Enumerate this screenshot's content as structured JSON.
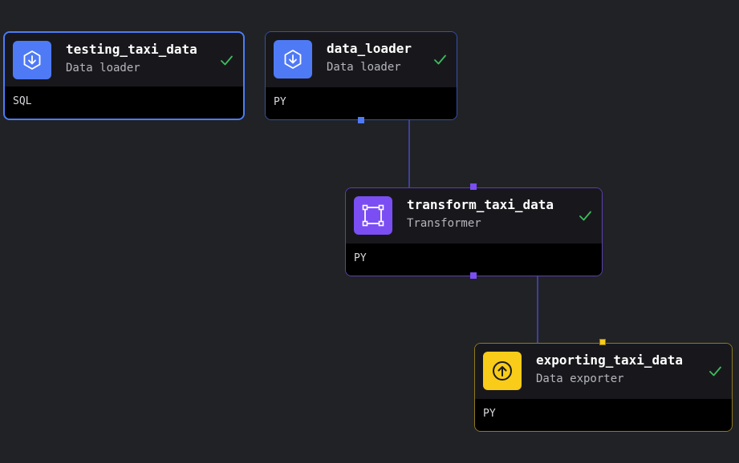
{
  "colors": {
    "background": "#212226",
    "loader": "#4f7af6",
    "transformer": "#7a4ef3",
    "exporter": "#f8cc18",
    "success": "#3dbd5c"
  },
  "blocks": [
    {
      "name": "testing_taxi_data",
      "type": "Data loader",
      "language": "SQL",
      "icon": "download-icon",
      "status": "success-check-icon"
    },
    {
      "name": "data_loader",
      "type": "Data loader",
      "language": "PY",
      "icon": "download-icon",
      "status": "success-check-icon"
    },
    {
      "name": "transform_taxi_data",
      "type": "Transformer",
      "language": "PY",
      "icon": "transform-square-icon",
      "status": "success-check-icon"
    },
    {
      "name": "exporting_taxi_data",
      "type": "Data exporter",
      "language": "PY",
      "icon": "upload-icon",
      "status": "success-check-icon"
    }
  ],
  "edges": [
    {
      "from": "data_loader",
      "to": "transform_taxi_data"
    },
    {
      "from": "transform_taxi_data",
      "to": "exporting_taxi_data"
    }
  ]
}
